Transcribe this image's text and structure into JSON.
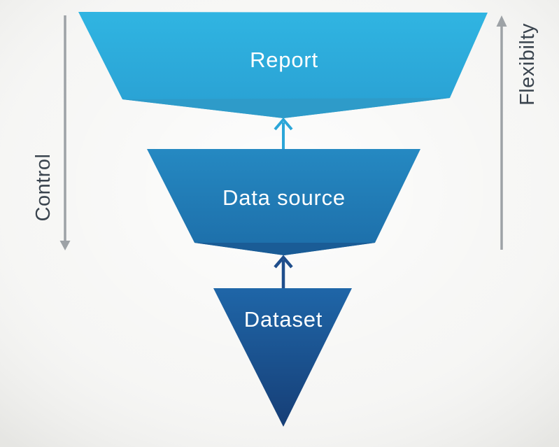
{
  "diagram": {
    "levels": [
      {
        "label": "Report"
      },
      {
        "label": "Data source"
      },
      {
        "label": "Dataset"
      }
    ],
    "axes": {
      "left_label": "Control",
      "right_label": "Flexibilty"
    }
  },
  "colors": {
    "background": "#f4f4f2",
    "report_top": "#30b5e2",
    "report_bottom": "#299fd2",
    "report_shadow": "#2e9bc9",
    "datasource_top": "#2589c2",
    "datasource_bottom": "#1d6da8",
    "datasource_shadow": "#1a5c96",
    "dataset_top": "#1f66a8",
    "dataset_bottom": "#163e76",
    "arrow_light": "#2ba6d8",
    "arrow_dark": "#1f4e8c",
    "axis_gray": "#9da2a6",
    "axis_text": "#3a444e",
    "level_text": "#ffffff"
  }
}
